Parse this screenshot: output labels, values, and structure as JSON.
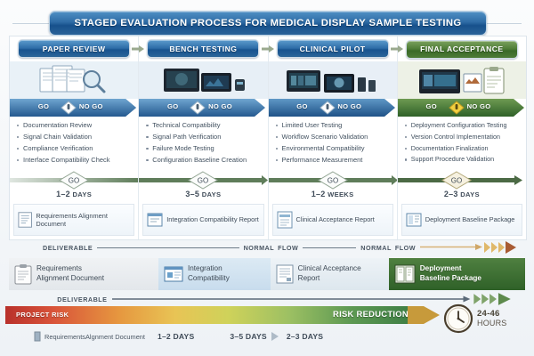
{
  "title": "STAGED EVALUATION PROCESS FOR MEDICAL DISPLAY SAMPLE TESTING",
  "gate": {
    "go_label": "GO",
    "nogo_label": "NO GO",
    "diamond_label": "GO"
  },
  "columns": [
    {
      "header": "PAPER REVIEW",
      "accent": "#2e6da8",
      "photo_icon": "documents-magnifier-icon",
      "bullets": [
        "Documentation Review",
        "Signal Chain Validation",
        "Compliance Verification",
        "Interface Compatibility Check"
      ],
      "duration": "1–2",
      "duration_unit": "DAYS",
      "deliverable": "Requirements Alignment Document",
      "deliverable_icon": "document-icon"
    },
    {
      "header": "BENCH TESTING",
      "accent": "#2e6da8",
      "photo_icon": "monitors-bench-icon",
      "bullets": [
        "Technical Compatibility",
        "Signal Path Verification",
        "Failure Mode Testing",
        "Configuration Baseline Creation"
      ],
      "duration": "3–5",
      "duration_unit": "DAYS",
      "deliverable": "Integration Compatibility Report",
      "deliverable_icon": "report-icon"
    },
    {
      "header": "CLINICAL PILOT",
      "accent": "#2e6da8",
      "photo_icon": "clinical-workstation-icon",
      "bullets": [
        "Limited User Testing",
        "Workflow Scenario Validation",
        "Environmental Compatibility",
        "Performance Measurement"
      ],
      "duration": "1–2",
      "duration_unit": "WEEKS",
      "deliverable": "Clinical Acceptance Report",
      "deliverable_icon": "clipboard-report-icon"
    },
    {
      "header": "FINAL ACCEPTANCE",
      "accent": "#4e7c36",
      "photo_icon": "monitor-clipboard-icon",
      "bullets": [
        "Deployment Configuration Testing",
        "Version Control Implementation",
        "Documentation Finalization",
        "Support Procedure Validation"
      ],
      "duration": "2–3",
      "duration_unit": "DAYS",
      "deliverable": "Deployment Baseline Package",
      "deliverable_icon": "package-icon"
    }
  ],
  "legend_flow": {
    "deliverable_label": "DELIVERABLE",
    "normal_label_1": "NORMAL",
    "flow_label_1": "FLOW",
    "normal_label_2": "NORMAL",
    "flow_label_2": "FLOW"
  },
  "legend_flow_2": {
    "deliverable_label": "DELIVERABLE"
  },
  "cards": [
    {
      "line1": "Requirements",
      "line2": "Alignment Document",
      "icon": "clipboard-icon",
      "color": "#e3e7eb"
    },
    {
      "line1": "Integration",
      "line2": "Compatibility",
      "icon": "report-window-icon",
      "color": "#c8dced"
    },
    {
      "line1": "Clinical Acceptance",
      "line2": "Report",
      "icon": "document-lines-icon",
      "color": "#dde7ee"
    },
    {
      "line1": "Deployment",
      "line2": "Baseline Package",
      "icon": "open-book-icon",
      "color": "#2f6128"
    }
  ],
  "risk": {
    "left_label": "PROJECT RISK",
    "right_label": "RISK REDUCTION",
    "gradient_from": "#b9312b",
    "gradient_to": "#3f7f45"
  },
  "clock": {
    "value": "24-46",
    "unit": "HOURS",
    "icon": "clock-icon"
  },
  "bottom_legend": {
    "item_label": "RequirementsAlgnment Document",
    "durations": [
      "1–2 DAYS",
      "3–5 DAYS",
      "2–3 DAYS"
    ]
  }
}
